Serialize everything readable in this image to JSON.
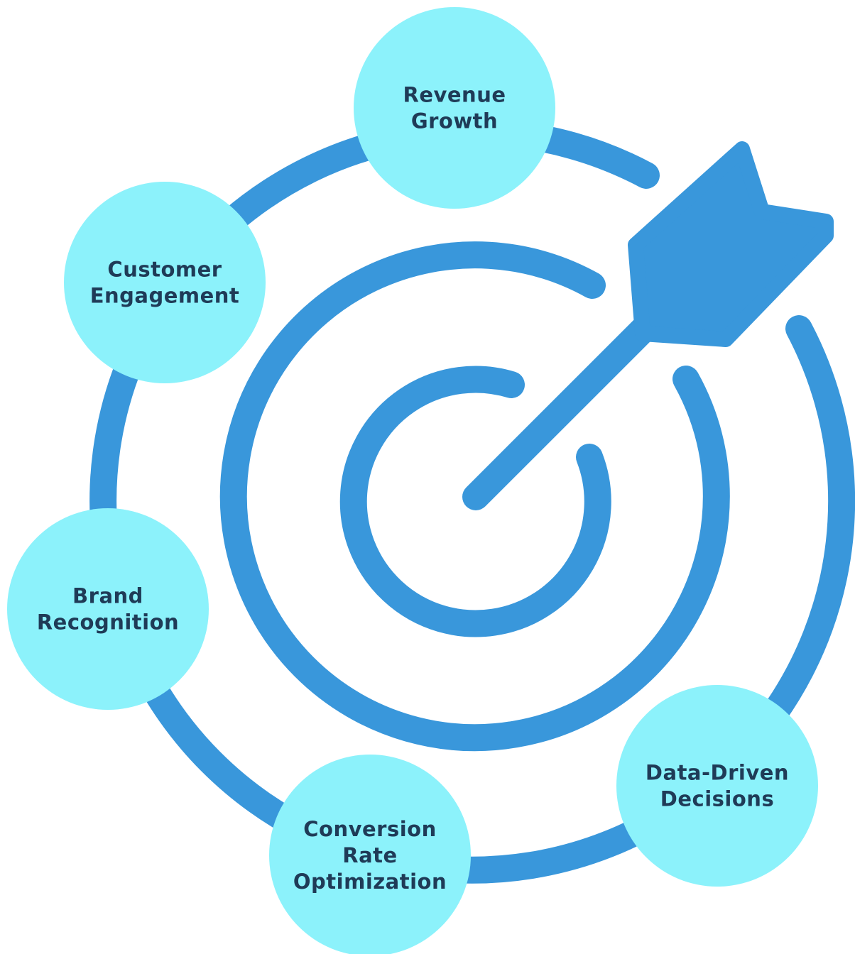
{
  "colors": {
    "background": "#ffffff",
    "ring": "#3997db",
    "arrow": "#3997db",
    "node_fill": "#8cf2fb",
    "label_text": "#1f3b57"
  },
  "icons": {
    "target": "target-icon",
    "arrow": "arrow-icon"
  },
  "nodes": [
    {
      "id": "revenue-growth",
      "lines": [
        "Revenue",
        "Growth"
      ]
    },
    {
      "id": "customer-engagement",
      "lines": [
        "Customer",
        "Engagement"
      ]
    },
    {
      "id": "brand-recognition",
      "lines": [
        "Brand",
        "Recognition"
      ]
    },
    {
      "id": "conversion-rate-optimization",
      "lines": [
        "Conversion",
        "Rate",
        "Optimization"
      ]
    },
    {
      "id": "data-driven-decisions",
      "lines": [
        "Data-Driven",
        "Decisions"
      ]
    }
  ]
}
